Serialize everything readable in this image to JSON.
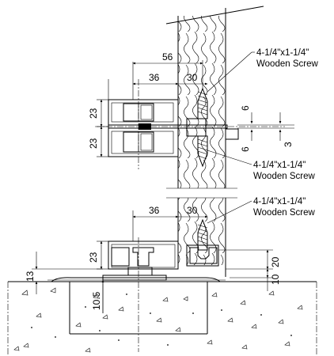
{
  "dimensions": {
    "top_56": "56",
    "top_36": "36",
    "top_30": "30",
    "upper_23": "23",
    "lower_23": "23",
    "gap_6_top": "6",
    "gap_6_bottom": "6",
    "gap_3": "3",
    "bottom_36": "36",
    "bottom_30": "30",
    "bottom_23": "23",
    "bottom_20": "20",
    "bottom_10": "10",
    "left_13": "13",
    "left_10_5": "10.5"
  },
  "annotations": {
    "screw_top_size": "4-1/4\"x1-1/4\"",
    "screw_top_type": "Wooden Screw",
    "screw_mid_size": "4-1/4\"x1-1/4\"",
    "screw_mid_type": "Wooden Screw",
    "screw_bottom_size": "4-1/4\"x1-1/4\"",
    "screw_bottom_type": "Wooden Screw"
  }
}
